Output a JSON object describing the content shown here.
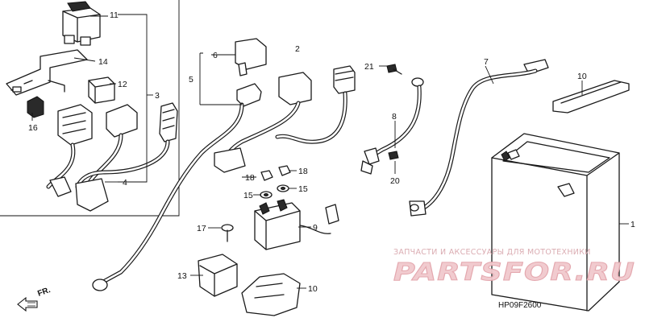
{
  "diagram": {
    "callouts": {
      "c1": "1",
      "c2": "2",
      "c3": "3",
      "c4": "4",
      "c5": "5",
      "c6": "6",
      "c7": "7",
      "c8": "8",
      "c9": "9",
      "c10a": "10",
      "c10b": "10",
      "c11": "11",
      "c12": "12",
      "c13": "13",
      "c14": "14",
      "c15a": "15",
      "c15b": "15",
      "c16": "16",
      "c17": "17",
      "c18a": "18",
      "c18b": "18",
      "c20": "20",
      "c21": "21"
    },
    "direction_marker": "FR.",
    "diagram_code": "HP09F2600"
  },
  "watermark": {
    "tagline": "ЗАПЧАСТИ И АКСЕССУАРЫ ДЛЯ МОТОТЕХНИКИ",
    "logo_text": "PARTSFOR.RU",
    "color": "#e8a6ad"
  }
}
